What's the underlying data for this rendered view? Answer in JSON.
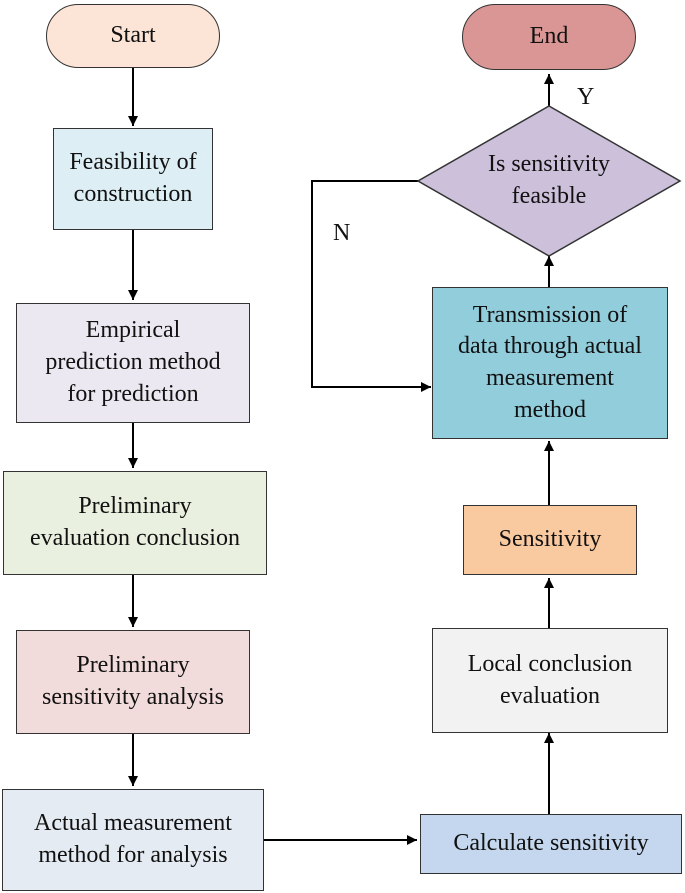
{
  "nodes": {
    "start": {
      "label": "Start",
      "color": "#fce4d6"
    },
    "feasibility": {
      "label": "Feasibility of\nconstruction",
      "color": "#ddeff5"
    },
    "empirical": {
      "label": "Empirical\nprediction method\nfor prediction",
      "color": "#ebe8f1"
    },
    "preliminary_eval": {
      "label": "Preliminary\nevaluation conclusion",
      "color": "#e9f0df"
    },
    "preliminary_sens": {
      "label": "Preliminary\nsensitivity analysis",
      "color": "#f2dcdb"
    },
    "actual_measure": {
      "label": "Actual measurement\nmethod for analysis",
      "color": "#e5ebf3"
    },
    "calculate": {
      "label": "Calculate sensitivity",
      "color": "#c4d7ee"
    },
    "local": {
      "label": "Local conclusion\nevaluation",
      "color": "#f2f2f2"
    },
    "sensitivity": {
      "label": "Sensitivity",
      "color": "#f9c9a0"
    },
    "transmission": {
      "label": "Transmission of\ndata through actual\nmeasurement\nmethod",
      "color": "#92cddc"
    },
    "decision": {
      "label": "Is sensitivity\nfeasible",
      "color": "#ccc0da"
    },
    "end": {
      "label": "End",
      "color": "#da9694"
    }
  },
  "edge_labels": {
    "yes": "Y",
    "no": "N"
  },
  "line_color": "#000000"
}
